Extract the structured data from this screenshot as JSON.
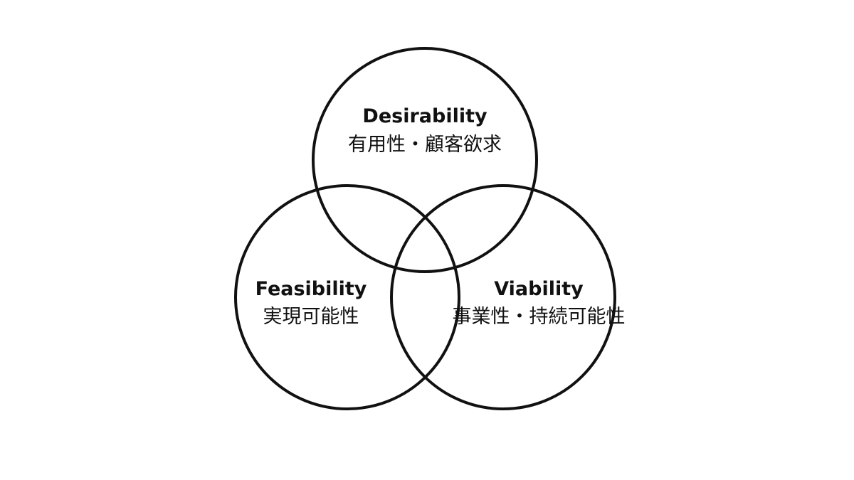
{
  "diagram": {
    "type": "venn",
    "sets": [
      {
        "id": "desirability",
        "title": "Desirability",
        "subtitle": "有用性・顧客欲求"
      },
      {
        "id": "feasibility",
        "title": "Feasibility",
        "subtitle": "実現可能性"
      },
      {
        "id": "viability",
        "title": "Viability",
        "subtitle": "事業性・持続可能性"
      }
    ],
    "colors": {
      "stroke": "#111111",
      "background": "#ffffff",
      "text": "#111111"
    }
  }
}
